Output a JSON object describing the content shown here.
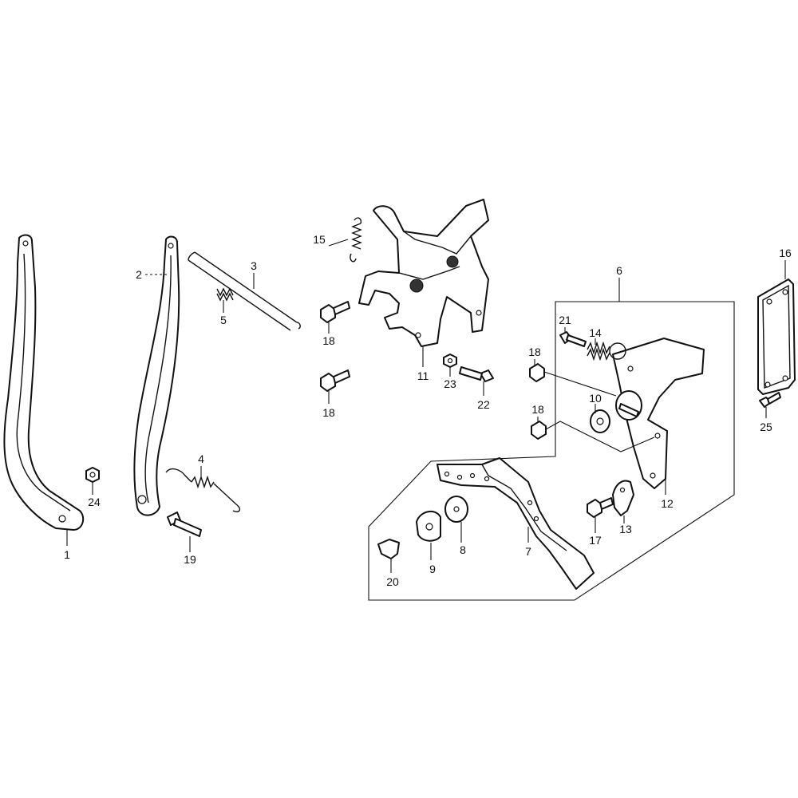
{
  "diagram": {
    "callouts": [
      {
        "id": "c1",
        "label": "1"
      },
      {
        "id": "c2",
        "label": "2"
      },
      {
        "id": "c3",
        "label": "3"
      },
      {
        "id": "c4",
        "label": "4"
      },
      {
        "id": "c5",
        "label": "5"
      },
      {
        "id": "c6",
        "label": "6"
      },
      {
        "id": "c7",
        "label": "7"
      },
      {
        "id": "c8",
        "label": "8"
      },
      {
        "id": "c9",
        "label": "9"
      },
      {
        "id": "c10",
        "label": "10"
      },
      {
        "id": "c11",
        "label": "11"
      },
      {
        "id": "c12",
        "label": "12"
      },
      {
        "id": "c13",
        "label": "13"
      },
      {
        "id": "c14",
        "label": "14"
      },
      {
        "id": "c15",
        "label": "15"
      },
      {
        "id": "c16",
        "label": "16"
      },
      {
        "id": "c17",
        "label": "17"
      },
      {
        "id": "c18a",
        "label": "18"
      },
      {
        "id": "c18b",
        "label": "18"
      },
      {
        "id": "c18c",
        "label": "18"
      },
      {
        "id": "c18d",
        "label": "18"
      },
      {
        "id": "c19",
        "label": "19"
      },
      {
        "id": "c20",
        "label": "20"
      },
      {
        "id": "c21",
        "label": "21"
      },
      {
        "id": "c22",
        "label": "22"
      },
      {
        "id": "c23",
        "label": "23"
      },
      {
        "id": "c24",
        "label": "24"
      },
      {
        "id": "c25",
        "label": "25"
      }
    ]
  }
}
